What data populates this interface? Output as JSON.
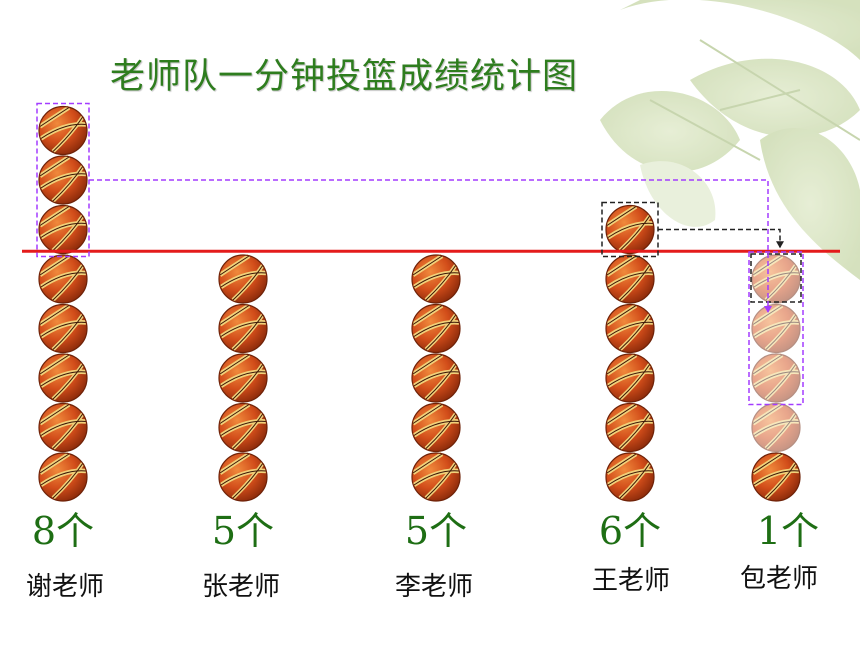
{
  "chart_data": {
    "type": "pictograph",
    "title": "老师队一分钟投篮成绩统计图",
    "categories": [
      "谢老师",
      "张老师",
      "李老师",
      "王老师",
      "包老师"
    ],
    "values": [
      8,
      5,
      5,
      6,
      1
    ],
    "value_labels": [
      "8个",
      "5个",
      "5个",
      "6个",
      "1个"
    ],
    "average_line": 5,
    "moved_from_谢老师": 3,
    "moved_from_王老师": 1,
    "icon": "basketball-icon",
    "colors": {
      "title": "#2e7d1e",
      "counts": "#1e6e14",
      "average_line": "#e41b1b",
      "move_dashes_purple": "#a33cff",
      "move_dashes_black": "#222222"
    }
  }
}
